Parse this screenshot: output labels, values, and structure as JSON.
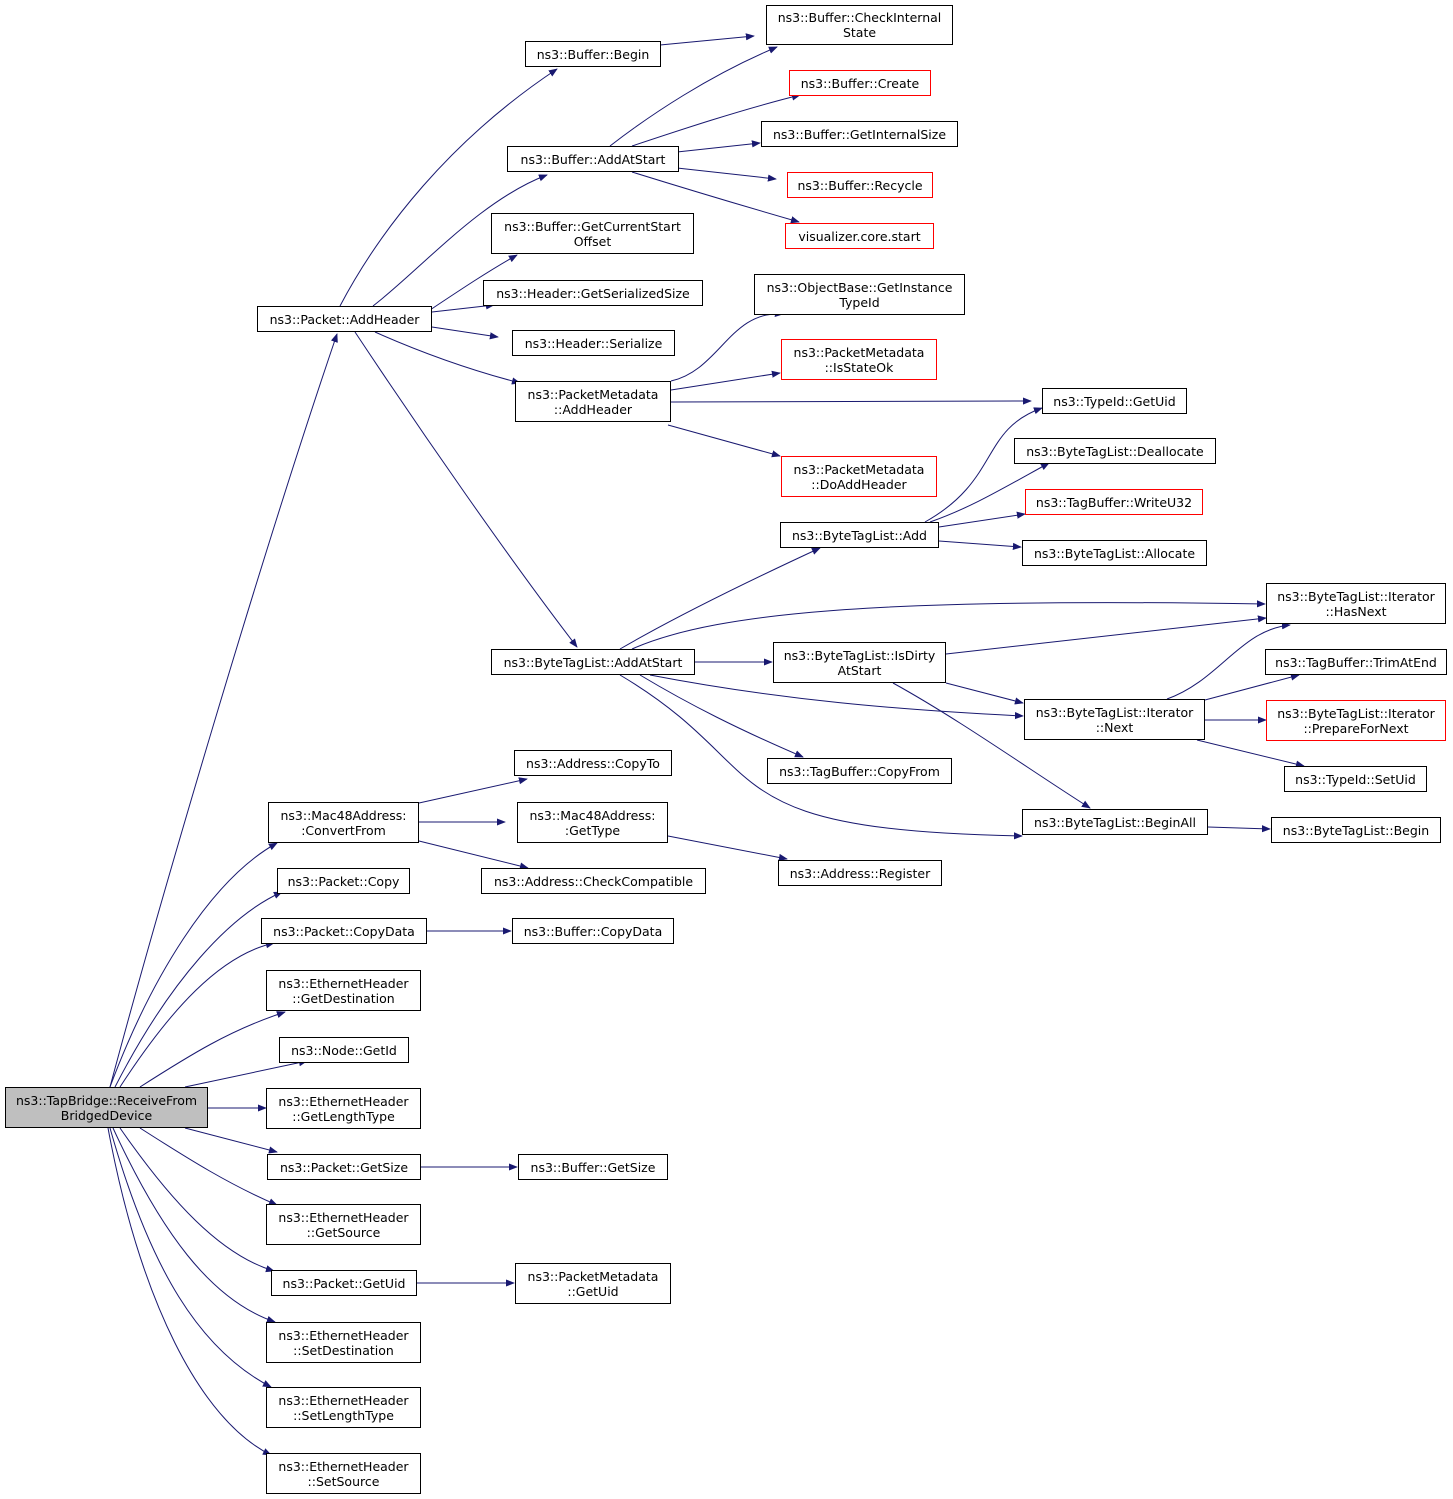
{
  "colors": {
    "edge": "#191970",
    "border": "#000000",
    "undocumented_border": "#ff0000",
    "root_fill": "#bfbfbf"
  },
  "nodes": {
    "root": {
      "lines": [
        "ns3::TapBridge::ReceiveFrom",
        "BridgedDevice"
      ]
    },
    "pkt_addheader": {
      "lines": [
        "ns3::Packet::AddHeader"
      ]
    },
    "buf_begin": {
      "lines": [
        "ns3::Buffer::Begin"
      ]
    },
    "buf_checkint": {
      "lines": [
        "ns3::Buffer::CheckInternal",
        "State"
      ]
    },
    "buf_addatstart": {
      "lines": [
        "ns3::Buffer::AddAtStart"
      ]
    },
    "buf_create": {
      "lines": [
        "ns3::Buffer::Create"
      ]
    },
    "buf_getintsize": {
      "lines": [
        "ns3::Buffer::GetInternalSize"
      ]
    },
    "buf_recycle": {
      "lines": [
        "ns3::Buffer::Recycle"
      ]
    },
    "viz_start": {
      "lines": [
        "visualizer.core.start"
      ]
    },
    "buf_getcso": {
      "lines": [
        "ns3::Buffer::GetCurrentStart",
        "Offset"
      ]
    },
    "hdr_getser": {
      "lines": [
        "ns3::Header::GetSerializedSize"
      ]
    },
    "hdr_ser": {
      "lines": [
        "ns3::Header::Serialize"
      ]
    },
    "pm_addheader": {
      "lines": [
        "ns3::PacketMetadata",
        "::AddHeader"
      ]
    },
    "ob_getinst": {
      "lines": [
        "ns3::ObjectBase::GetInstance",
        "TypeId"
      ]
    },
    "pm_isstateok": {
      "lines": [
        "ns3::PacketMetadata",
        "::IsStateOk"
      ]
    },
    "tid_getuid": {
      "lines": [
        "ns3::TypeId::GetUid"
      ]
    },
    "pm_doaddheader": {
      "lines": [
        "ns3::PacketMetadata",
        "::DoAddHeader"
      ]
    },
    "btl_dealloc": {
      "lines": [
        "ns3::ByteTagList::Deallocate"
      ]
    },
    "tb_writeu32": {
      "lines": [
        "ns3::TagBuffer::WriteU32"
      ]
    },
    "btl_add": {
      "lines": [
        "ns3::ByteTagList::Add"
      ]
    },
    "btl_alloc": {
      "lines": [
        "ns3::ByteTagList::Allocate"
      ]
    },
    "btl_it_hasnext": {
      "lines": [
        "ns3::ByteTagList::Iterator",
        "::HasNext"
      ]
    },
    "btl_addatstart": {
      "lines": [
        "ns3::ByteTagList::AddAtStart"
      ]
    },
    "btl_isdirty": {
      "lines": [
        "ns3::ByteTagList::IsDirty",
        "AtStart"
      ]
    },
    "tb_trimatend": {
      "lines": [
        "ns3::TagBuffer::TrimAtEnd"
      ]
    },
    "btl_it_next": {
      "lines": [
        "ns3::ByteTagList::Iterator",
        "::Next"
      ]
    },
    "btl_it_prep": {
      "lines": [
        "ns3::ByteTagList::Iterator",
        "::PrepareForNext"
      ]
    },
    "tid_setuid": {
      "lines": [
        "ns3::TypeId::SetUid"
      ]
    },
    "tb_copyfrom": {
      "lines": [
        "ns3::TagBuffer::CopyFrom"
      ]
    },
    "btl_beginall": {
      "lines": [
        "ns3::ByteTagList::BeginAll"
      ]
    },
    "btl_begin": {
      "lines": [
        "ns3::ByteTagList::Begin"
      ]
    },
    "addr_copyto": {
      "lines": [
        "ns3::Address::CopyTo"
      ]
    },
    "mac_convfrom": {
      "lines": [
        "ns3::Mac48Address:",
        ":ConvertFrom"
      ]
    },
    "mac_gettype": {
      "lines": [
        "ns3::Mac48Address:",
        ":GetType"
      ]
    },
    "addr_register": {
      "lines": [
        "ns3::Address::Register"
      ]
    },
    "addr_checkcomp": {
      "lines": [
        "ns3::Address::CheckCompatible"
      ]
    },
    "pkt_copy": {
      "lines": [
        "ns3::Packet::Copy"
      ]
    },
    "pkt_copydata": {
      "lines": [
        "ns3::Packet::CopyData"
      ]
    },
    "buf_copydata": {
      "lines": [
        "ns3::Buffer::CopyData"
      ]
    },
    "eth_getdest": {
      "lines": [
        "ns3::EthernetHeader",
        "::GetDestination"
      ]
    },
    "node_getid": {
      "lines": [
        "ns3::Node::GetId"
      ]
    },
    "eth_getlt": {
      "lines": [
        "ns3::EthernetHeader",
        "::GetLengthType"
      ]
    },
    "pkt_getsize": {
      "lines": [
        "ns3::Packet::GetSize"
      ]
    },
    "buf_getsize": {
      "lines": [
        "ns3::Buffer::GetSize"
      ]
    },
    "eth_getsrc": {
      "lines": [
        "ns3::EthernetHeader",
        "::GetSource"
      ]
    },
    "pkt_getuid": {
      "lines": [
        "ns3::Packet::GetUid"
      ]
    },
    "pm_getuid": {
      "lines": [
        "ns3::PacketMetadata",
        "::GetUid"
      ]
    },
    "eth_setdest": {
      "lines": [
        "ns3::EthernetHeader",
        "::SetDestination"
      ]
    },
    "eth_setlt": {
      "lines": [
        "ns3::EthernetHeader",
        "::SetLengthType"
      ]
    },
    "eth_setsrc": {
      "lines": [
        "ns3::EthernetHeader",
        "::SetSource"
      ]
    }
  }
}
